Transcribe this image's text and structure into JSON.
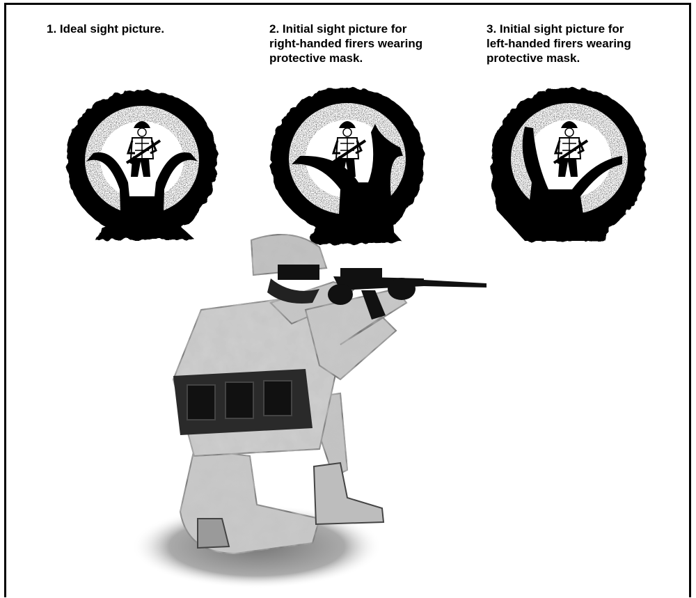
{
  "captions": [
    "1. Ideal sight picture.",
    "2. Initial sight picture for\nright-handed firers wearing\nprotective mask.",
    "3. Initial sight picture for\nleft-handed firers wearing\nprotective mask."
  ],
  "colors": {
    "ink": "#000000",
    "paper": "#ffffff"
  }
}
